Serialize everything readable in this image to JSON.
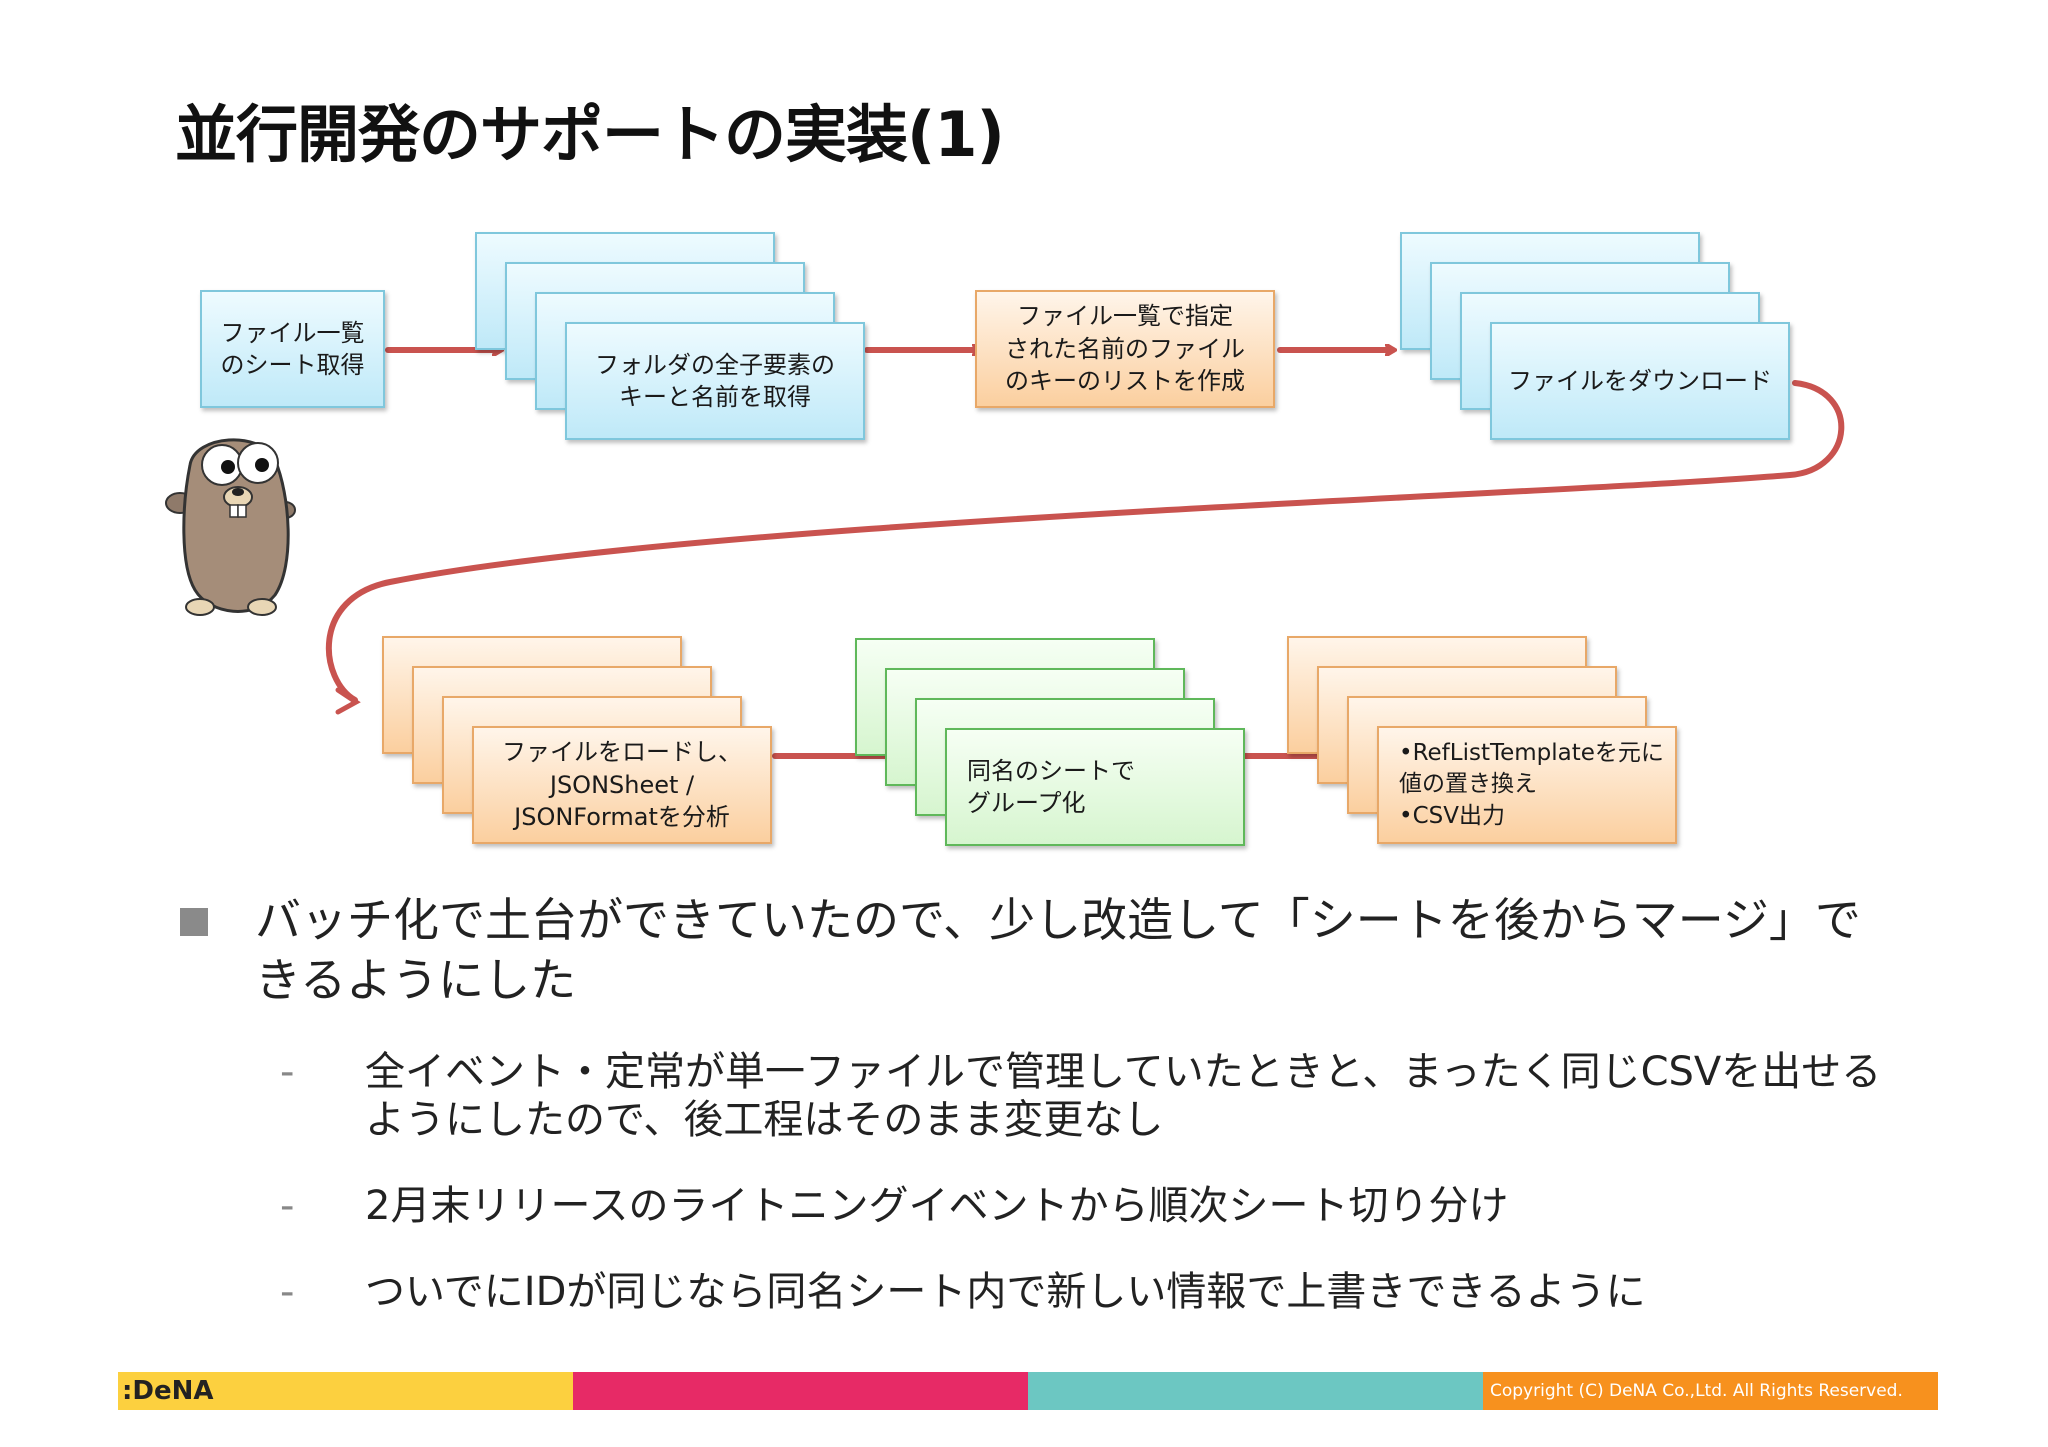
{
  "slide": {
    "title": "並行開発のサポートの実装(1)"
  },
  "flow": {
    "step1": "ファイル一覧\nのシート取得",
    "step2": "フォルダの全子要素の\nキーと名前を取得",
    "step3": "ファイル一覧で指定\nされた名前のファイル\nのキーのリストを作成",
    "step4": "ファイルをダウンロード",
    "step5": "ファイルをロードし、\nJSONSheet /\nJSONFormatを分析",
    "step6": "同名のシートで\nグループ化",
    "step7": "•RefListTemplateを元に\n値の置き換え\n•CSV出力"
  },
  "bullets": {
    "main": "バッチ化で土台ができていたので、少し改造して「シートを後からマージ」できるようにした",
    "sub1": "全イベント・定常が単一ファイルで管理していたときと、まったく同じCSVを出せるようにしたので、後工程はそのまま変更なし",
    "sub2": "2月末リリースのライトニングイベントから順次シート切り分け",
    "sub3": "ついでにIDが同じなら同名シート内で新しい情報で上書きできるように",
    "dash": "-"
  },
  "footer": {
    "logo": ":DeNA",
    "copyright": "Copyright (C) DeNA Co.,Ltd. All Rights Reserved.",
    "colors": [
      "#fcd03f",
      "#e72a66",
      "#6cc7c2",
      "#f7911e"
    ]
  },
  "colors": {
    "arrow": "#c9534f",
    "blue_border": "#7fc7dc",
    "orange_border": "#e8a868",
    "green_border": "#5fb85a"
  }
}
